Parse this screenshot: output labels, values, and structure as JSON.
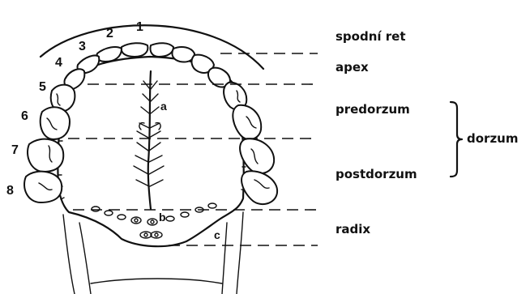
{
  "teeth_numbers": [
    "1",
    "2",
    "3",
    "4",
    "5",
    "6",
    "7",
    "8"
  ],
  "markers": {
    "a": "a",
    "b": "b",
    "c": "c"
  },
  "labels": {
    "lower_lip": "spodní ret",
    "apex": "apex",
    "predorsum": "predorzum",
    "dorsum": "dorzum",
    "postdorsum": "postdorzum",
    "radix": "radix"
  }
}
